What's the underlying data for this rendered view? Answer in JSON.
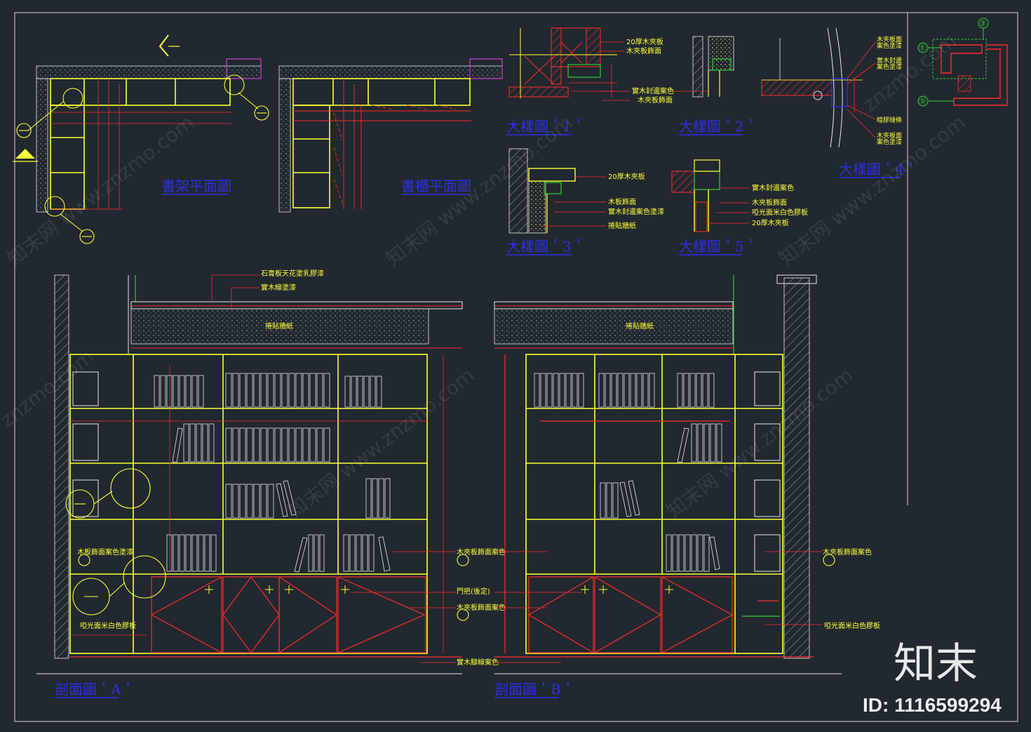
{
  "titles": {
    "bookshelf_plan": "書架平面圖",
    "cabinet_plan": "書櫃平面圖",
    "detail_1": "大樣圖＇1＇",
    "detail_2": "大樣圖＇2＇",
    "detail_3": "大樣圖＇3＇",
    "detail_4": "大樣圖＇4＇",
    "detail_5": "大樣圖＇5＇",
    "section_a": "剖面圖＇A＇",
    "section_b": "剖面圖＇B＇"
  },
  "notes": {
    "d1_plywood": "20厚木夾板",
    "d1_veneer": "木夾板飾面",
    "d1_edge": "實木封邊案色",
    "d1_veneer2": "木夾板飾面",
    "d3_plywood": "20厚木夾板",
    "d3_board": "木板飾面",
    "d3_edge": "實木封邊案色塗漆",
    "d3_wallpaper": "捲貼牆紙",
    "d5_edge": "實木封邊案色",
    "d5_veneer": "木夾板飾面",
    "d5_matte": "啞光面米白色膠板",
    "d5_plywood": "20厚木夾板",
    "d4_top1": "木夾板面",
    "d4_top2": "案色塗漆",
    "d4_mid1": "實木封邊",
    "d4_mid2": "案色塗漆",
    "d4_joint": "暗膠縫條",
    "d4_bot1": "木夾板面",
    "d4_bot2": "案色塗漆",
    "ceiling": "石膏板天花塗乳膠漆",
    "cornice": "實木線塗漆",
    "wallpaper_a": "捲貼牆紙",
    "wallpaper_b": "捲貼牆紙",
    "a_left1": "木板飾面案色塗漆",
    "a_left2": "啞光面米白色膠板",
    "center1": "木夾板飾面案色",
    "center2": "門把(後定)",
    "center3": "木夾板飾面案色",
    "center4": "實木腳線案色",
    "b_right1": "木夾板飾面案色",
    "b_right2": "啞光面米白色膠板"
  },
  "grid_tags": {
    "tag_3": "③",
    "tag_e": "Ⓔ",
    "tag_d": "Ⓓ"
  },
  "watermark": {
    "logo": "知末",
    "id": "ID: 1116599294",
    "site": "znzmo.com",
    "site_cn": "知末网 www.znzmo.com"
  },
  "colors": {
    "background": "#212830",
    "title_blue": "#2f2fe0",
    "line_yellow": "#ffff33",
    "line_red": "#ff2a2a",
    "line_green": "#30d030",
    "line_magenta": "#d040d0",
    "line_white": "#e8e8e8"
  }
}
